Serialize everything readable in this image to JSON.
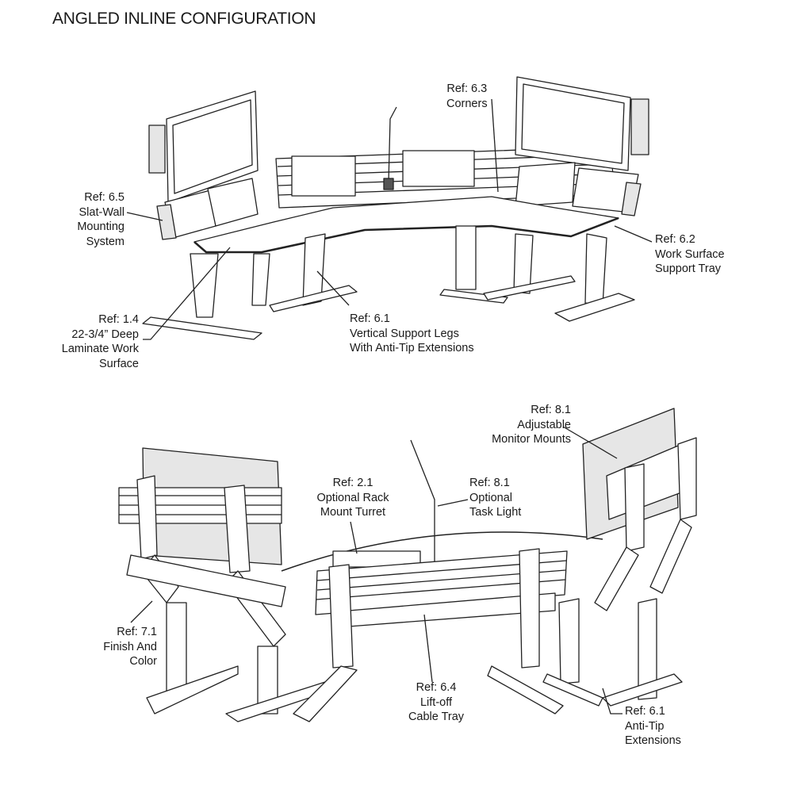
{
  "title": "ANGLED INLINE CONFIGURATION",
  "top_diagram": {
    "callouts": [
      {
        "ref": "Ref: 6.3",
        "lines": [
          "Corners"
        ]
      },
      {
        "ref": "Ref: 6.5",
        "lines": [
          "Slat-Wall",
          "Mounting",
          "System"
        ]
      },
      {
        "ref": "Ref: 6.2",
        "lines": [
          "Work Surface",
          "Support Tray"
        ]
      },
      {
        "ref": "Ref: 1.4",
        "lines": [
          "22-3/4” Deep",
          "Laminate Work",
          "Surface"
        ]
      },
      {
        "ref": "Ref: 6.1",
        "lines": [
          "Vertical Support Legs",
          "With Anti-Tip Extensions"
        ]
      }
    ]
  },
  "bottom_diagram": {
    "callouts": [
      {
        "ref": "Ref: 8.1",
        "lines": [
          "Adjustable",
          "Monitor Mounts"
        ]
      },
      {
        "ref": "Ref: 2.1",
        "lines": [
          "Optional Rack",
          "Mount Turret"
        ]
      },
      {
        "ref": "Ref: 8.1",
        "lines": [
          "Optional",
          "Task Light"
        ]
      },
      {
        "ref": "Ref: 7.1",
        "lines": [
          "Finish And",
          "Color"
        ]
      },
      {
        "ref": "Ref: 6.4",
        "lines": [
          "Lift-off",
          "Cable Tray"
        ]
      },
      {
        "ref": "Ref: 6.1",
        "lines": [
          "Anti-Tip",
          "Extensions"
        ]
      }
    ]
  }
}
